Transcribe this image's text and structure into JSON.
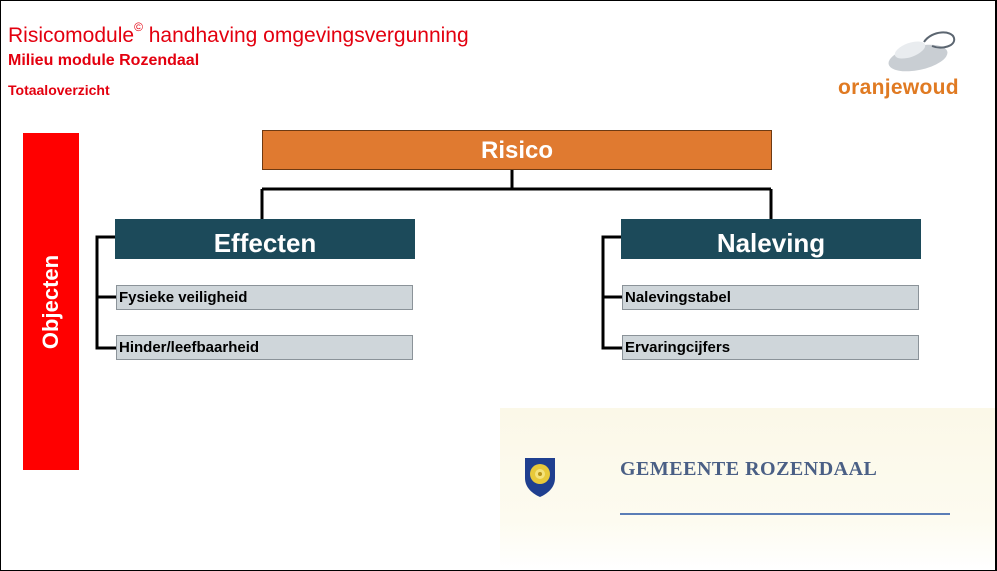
{
  "header": {
    "title": "Risicomodule",
    "title_symbol": "©",
    "title_rest": " handhaving omgevingsvergunning",
    "subtitle": "Milieu module Rozendaal",
    "subtitle2": "Totaaloverzicht"
  },
  "logo": {
    "text": "oranjewoud",
    "icon": "oranjewoud-swirl-icon"
  },
  "side_label": "Objecten",
  "diagram": {
    "root": "Risico",
    "left": {
      "label": "Effecten",
      "items": [
        "Fysieke veiligheid",
        "Hinder/leefbaarheid"
      ]
    },
    "right": {
      "label": "Naleving",
      "items": [
        "Nalevingstabel",
        "Ervaringcijfers"
      ]
    }
  },
  "municipality": {
    "name": "GEMEENTE ROZENDAAL",
    "icon": "rozendaal-crest-icon"
  },
  "colors": {
    "title_red": "#e3000f",
    "objecten_red": "#ff0000",
    "risico_orange": "#e07a30",
    "dark_box": "#1c4a5a",
    "light_box": "#cfd6da",
    "logo_orange": "#e07a22",
    "gemeente_blue": "#4a5f85"
  }
}
